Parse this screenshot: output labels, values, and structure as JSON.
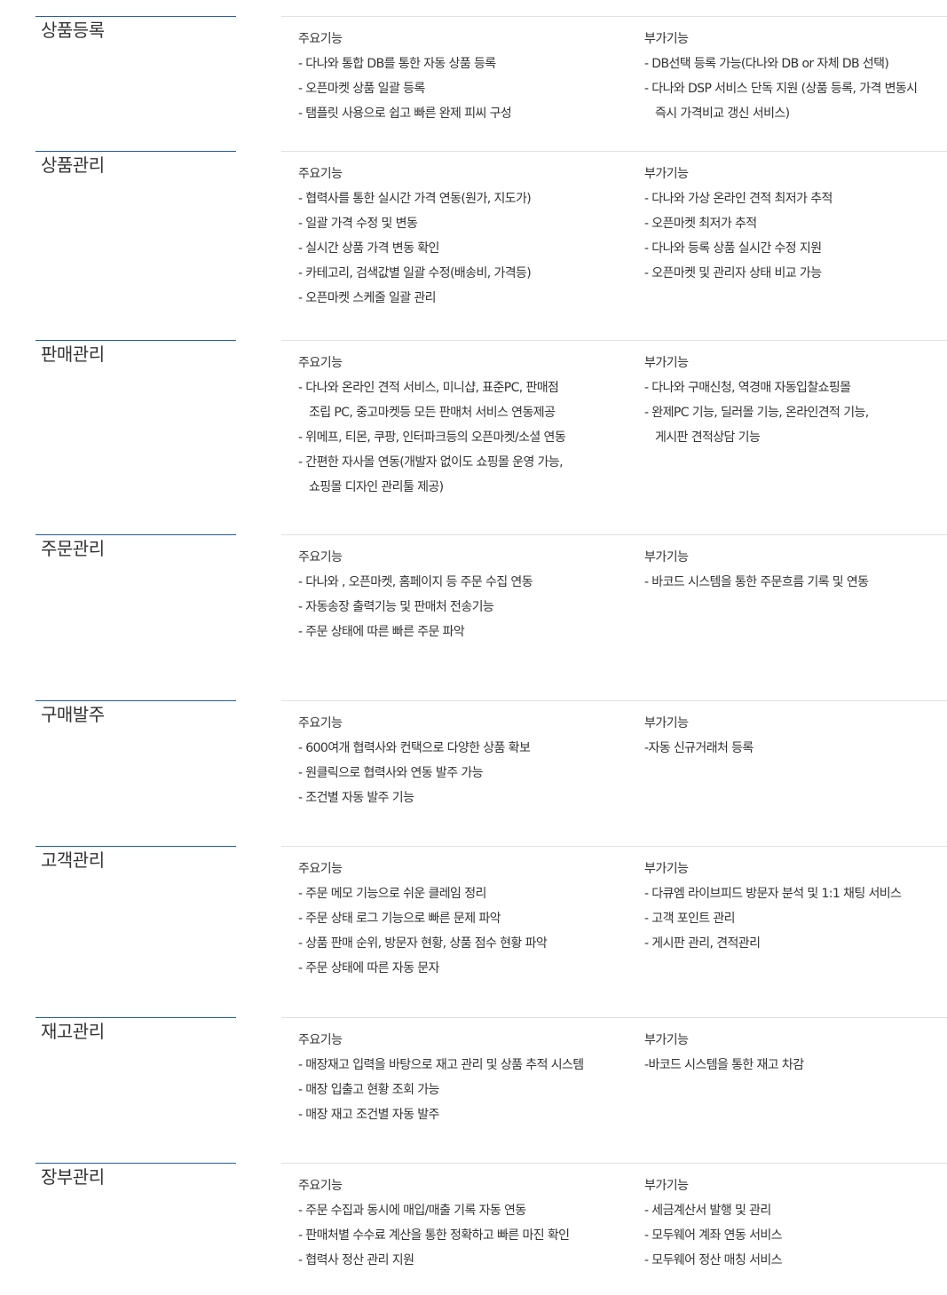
{
  "labels": {
    "main": "주요기능",
    "extra": "부가기능"
  },
  "sections": [
    {
      "title": "상품등록",
      "main": [
        [
          "- 다나와 통합 DB를 통한 자동 상품 등록"
        ],
        [
          "- 오픈마켓 상품 일괄 등록"
        ],
        [
          "- 탬플릿 사용으로 쉽고 빠른 완제 피씨 구성"
        ]
      ],
      "extra": [
        [
          "- DB선택 등록 가능(다나와 DB or 자체 DB 선택)"
        ],
        [
          "- 다나와 DSP 서비스 단독 지원 (상품 등록, 가격 변동시",
          "즉시 가격비교 갱신 서비스)"
        ]
      ]
    },
    {
      "title": "상품관리",
      "main": [
        [
          "- 협력사를 통한 실시간 가격 연동(원가, 지도가)"
        ],
        [
          "- 일괄 가격 수정 및 변동"
        ],
        [
          "- 실시간 상품 가격 변동 확인"
        ],
        [
          "- 카테고리, 검색값별 일괄 수정(배송비, 가격등)"
        ],
        [
          "- 오픈마켓 스케줄 일괄 관리"
        ]
      ],
      "extra": [
        [
          "- 다나와 가상 온라인 견적 최저가 추적"
        ],
        [
          "- 오픈마켓 최저가 추적"
        ],
        [
          "- 다나와 등록 상품 실시간 수정 지원"
        ],
        [
          "- 오픈마켓 및 관리자 상태 비교 가능"
        ]
      ]
    },
    {
      "title": "판매관리",
      "main": [
        [
          "- 다나와 온라인 견적 서비스, 미니샵, 표준PC, 판매점",
          "조립 PC, 중고마켓등 모든 판매처 서비스 연동제공"
        ],
        [
          "- 위메프, 티몬, 쿠팡, 인터파크등의 오픈마켓/소셜 연동"
        ],
        [
          "- 간편한 자사몰 연동(개발자 없이도 쇼핑몰 운영 가능,",
          "쇼핑몰 디자인 관리툴 제공)"
        ]
      ],
      "extra": [
        [
          "- 다나와 구매신청, 역경매 자동입찰쇼핑몰"
        ],
        [
          "- 완제PC 기능, 딜러몰 기능, 온라인견적 기능,",
          "게시판 견적상담 기능"
        ]
      ]
    },
    {
      "title": "주문관리",
      "main": [
        [
          "- 다나와 , 오픈마켓, 홈페이지 등 주문 수집 연동"
        ],
        [
          "- 자동송장 출력기능 및 판매처 전송기능"
        ],
        [
          "- 주문 상태에 따른 빠른 주문 파악"
        ]
      ],
      "extra": [
        [
          "- 바코드 시스템을 통한 주문흐름 기록 및 연동"
        ]
      ]
    },
    {
      "title": "구매발주",
      "main": [
        [
          "- 600여개 협력사와 컨택으로 다양한 상품 확보"
        ],
        [
          "- 원클릭으로 협력사와 연동 발주 가능"
        ],
        [
          "- 조건별 자동 발주 기능"
        ]
      ],
      "extra": [
        [
          "-자동 신규거래처 등록"
        ]
      ]
    },
    {
      "title": "고객관리",
      "main": [
        [
          "- 주문 메모 기능으로 쉬운 클레임 정리"
        ],
        [
          "- 주문 상태 로그 기능으로 빠른 문제 파악"
        ],
        [
          "- 상품 판매 순위, 방문자 현황, 상품 점수 현황 파악"
        ],
        [
          "- 주문 상태에 따른 자동 문자"
        ]
      ],
      "extra": [
        [
          "- 다큐엠 라이브피드 방문자 분석 및 1:1 채팅 서비스"
        ],
        [
          "- 고객 포인트 관리"
        ],
        [
          "- 게시판 관리, 견적관리"
        ]
      ]
    },
    {
      "title": "재고관리",
      "main": [
        [
          "- 매장재고 입력을 바탕으로 재고 관리 및 상품 추적 시스템"
        ],
        [
          "- 매장 입출고 현황 조회 가능"
        ],
        [
          "- 매장 재고 조건별 자동 발주"
        ]
      ],
      "extra": [
        [
          "-바코드 시스템을 통한 재고 차감"
        ]
      ]
    },
    {
      "title": "장부관리",
      "main": [
        [
          "- 주문 수집과 동시에 매입/매출 기록 자동 연동"
        ],
        [
          "- 판매처별 수수료 계산을 통한 정확하고 빠른 마진 확인"
        ],
        [
          "- 협력사 정산 관리 지원"
        ]
      ],
      "extra": [
        [
          "- 세금계산서 발행 및 관리"
        ],
        [
          "- 모두웨어 계좌 연동 서비스"
        ],
        [
          "- 모두웨어 정산 매칭 서비스"
        ]
      ]
    }
  ]
}
